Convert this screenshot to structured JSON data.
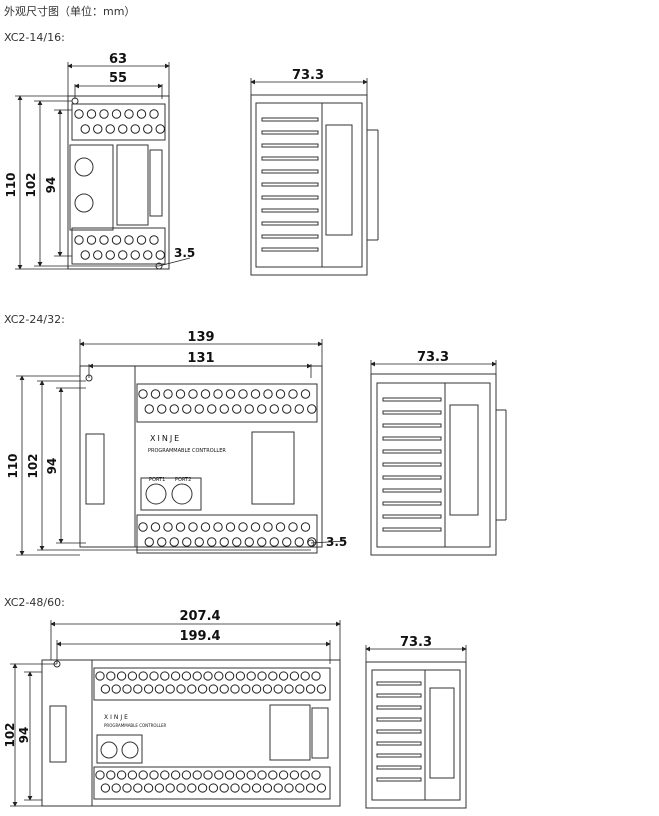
{
  "page": {
    "title": "外观尺寸图（单位：mm）"
  },
  "sections": [
    {
      "caption": "XC2-14/16:",
      "dims": {
        "w_outer": "63",
        "w_inner": "55",
        "h_outer": "110",
        "h_mid": "102",
        "h_inner": "94",
        "hole": "3.5",
        "depth": "73.3"
      },
      "labels": {}
    },
    {
      "caption": "XC2-24/32:",
      "dims": {
        "w_outer": "139",
        "w_inner": "131",
        "h_outer": "110",
        "h_mid": "102",
        "h_inner": "94",
        "hole": "3.5",
        "depth": "73.3"
      },
      "labels": {
        "brand": "XINJE",
        "sub": "PROGRAMMABLE CONTROLLER",
        "port0": "PORT1",
        "port1": "PORT2"
      }
    },
    {
      "caption": "XC2-48/60:",
      "dims": {
        "w_outer": "207.4",
        "w_inner": "199.4",
        "h_mid": "102",
        "h_inner": "94",
        "depth": "73.3"
      },
      "labels": {
        "brand": "XINJE",
        "sub": "PROGRAMMABLE CONTROLLER"
      }
    }
  ],
  "colors": {
    "line": "#333333",
    "terminal": "#2a2a2a",
    "panel": "#f4f4f4"
  }
}
